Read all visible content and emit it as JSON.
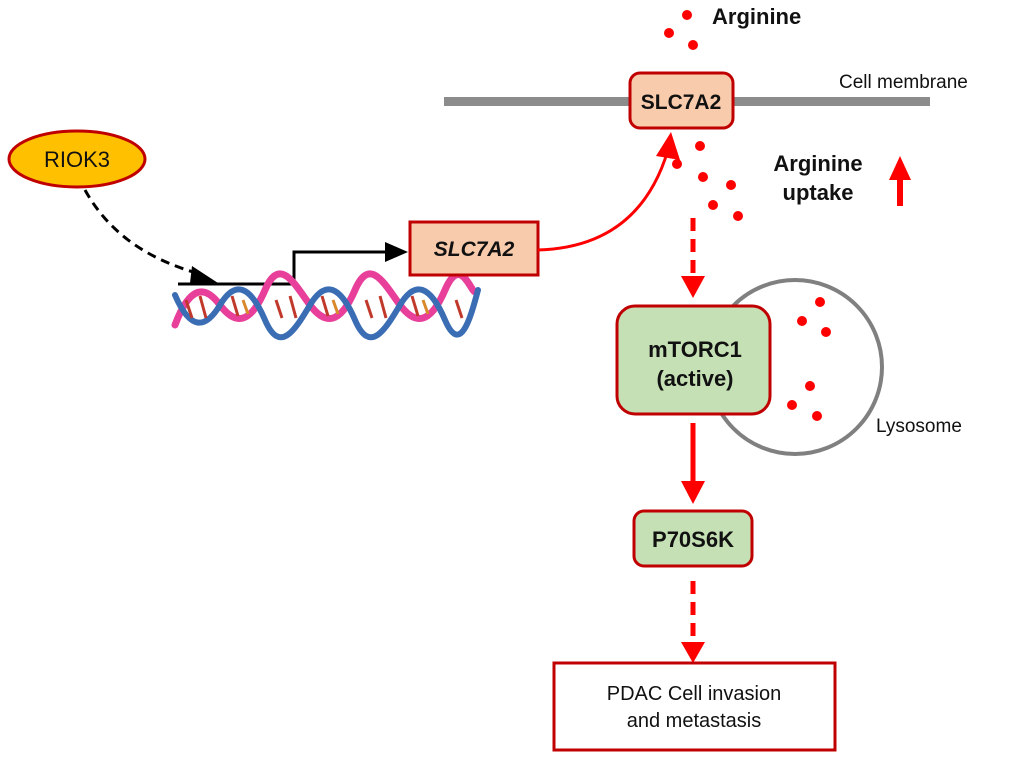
{
  "colors": {
    "red": "#ff0000",
    "dark_red": "#c00000",
    "node_orange_fill": "#f8cbad",
    "node_green_fill": "#c5e0b4",
    "riok3_fill": "#ffc000",
    "membrane_gray": "#8c8c8c",
    "lysosome_gray": "#808080",
    "text": "#111111"
  },
  "nodes": {
    "riok3": "RIOK3",
    "slc7a2_gene": "SLC7A2",
    "slc7a2_protein": "SLC7A2",
    "mtorc1_line1": "mTORC1",
    "mtorc1_line2": "(active)",
    "p70s6k": "P70S6K",
    "outcome_line1": "PDAC Cell invasion",
    "outcome_line2": "and metastasis"
  },
  "labels": {
    "arginine": "Arginine",
    "cell_membrane": "Cell membrane",
    "uptake_line1": "Arginine",
    "uptake_line2": "uptake",
    "lysosome": "Lysosome"
  },
  "edges": [
    {
      "from": "RIOK3",
      "to": "DNA promoter",
      "style": "dashed",
      "color": "black"
    },
    {
      "from": "DNA promoter",
      "to": "SLC7A2 gene",
      "style": "solid",
      "color": "black"
    },
    {
      "from": "SLC7A2 gene",
      "to": "SLC7A2 protein",
      "style": "solid",
      "color": "red"
    },
    {
      "from": "SLC7A2 protein",
      "to": "mTORC1",
      "style": "dashed",
      "color": "red"
    },
    {
      "from": "mTORC1",
      "to": "P70S6K",
      "style": "solid",
      "color": "red"
    },
    {
      "from": "P70S6K",
      "to": "PDAC Cell invasion and metastasis",
      "style": "dashed",
      "color": "red"
    }
  ],
  "indicators": {
    "uptake_direction": "up"
  }
}
